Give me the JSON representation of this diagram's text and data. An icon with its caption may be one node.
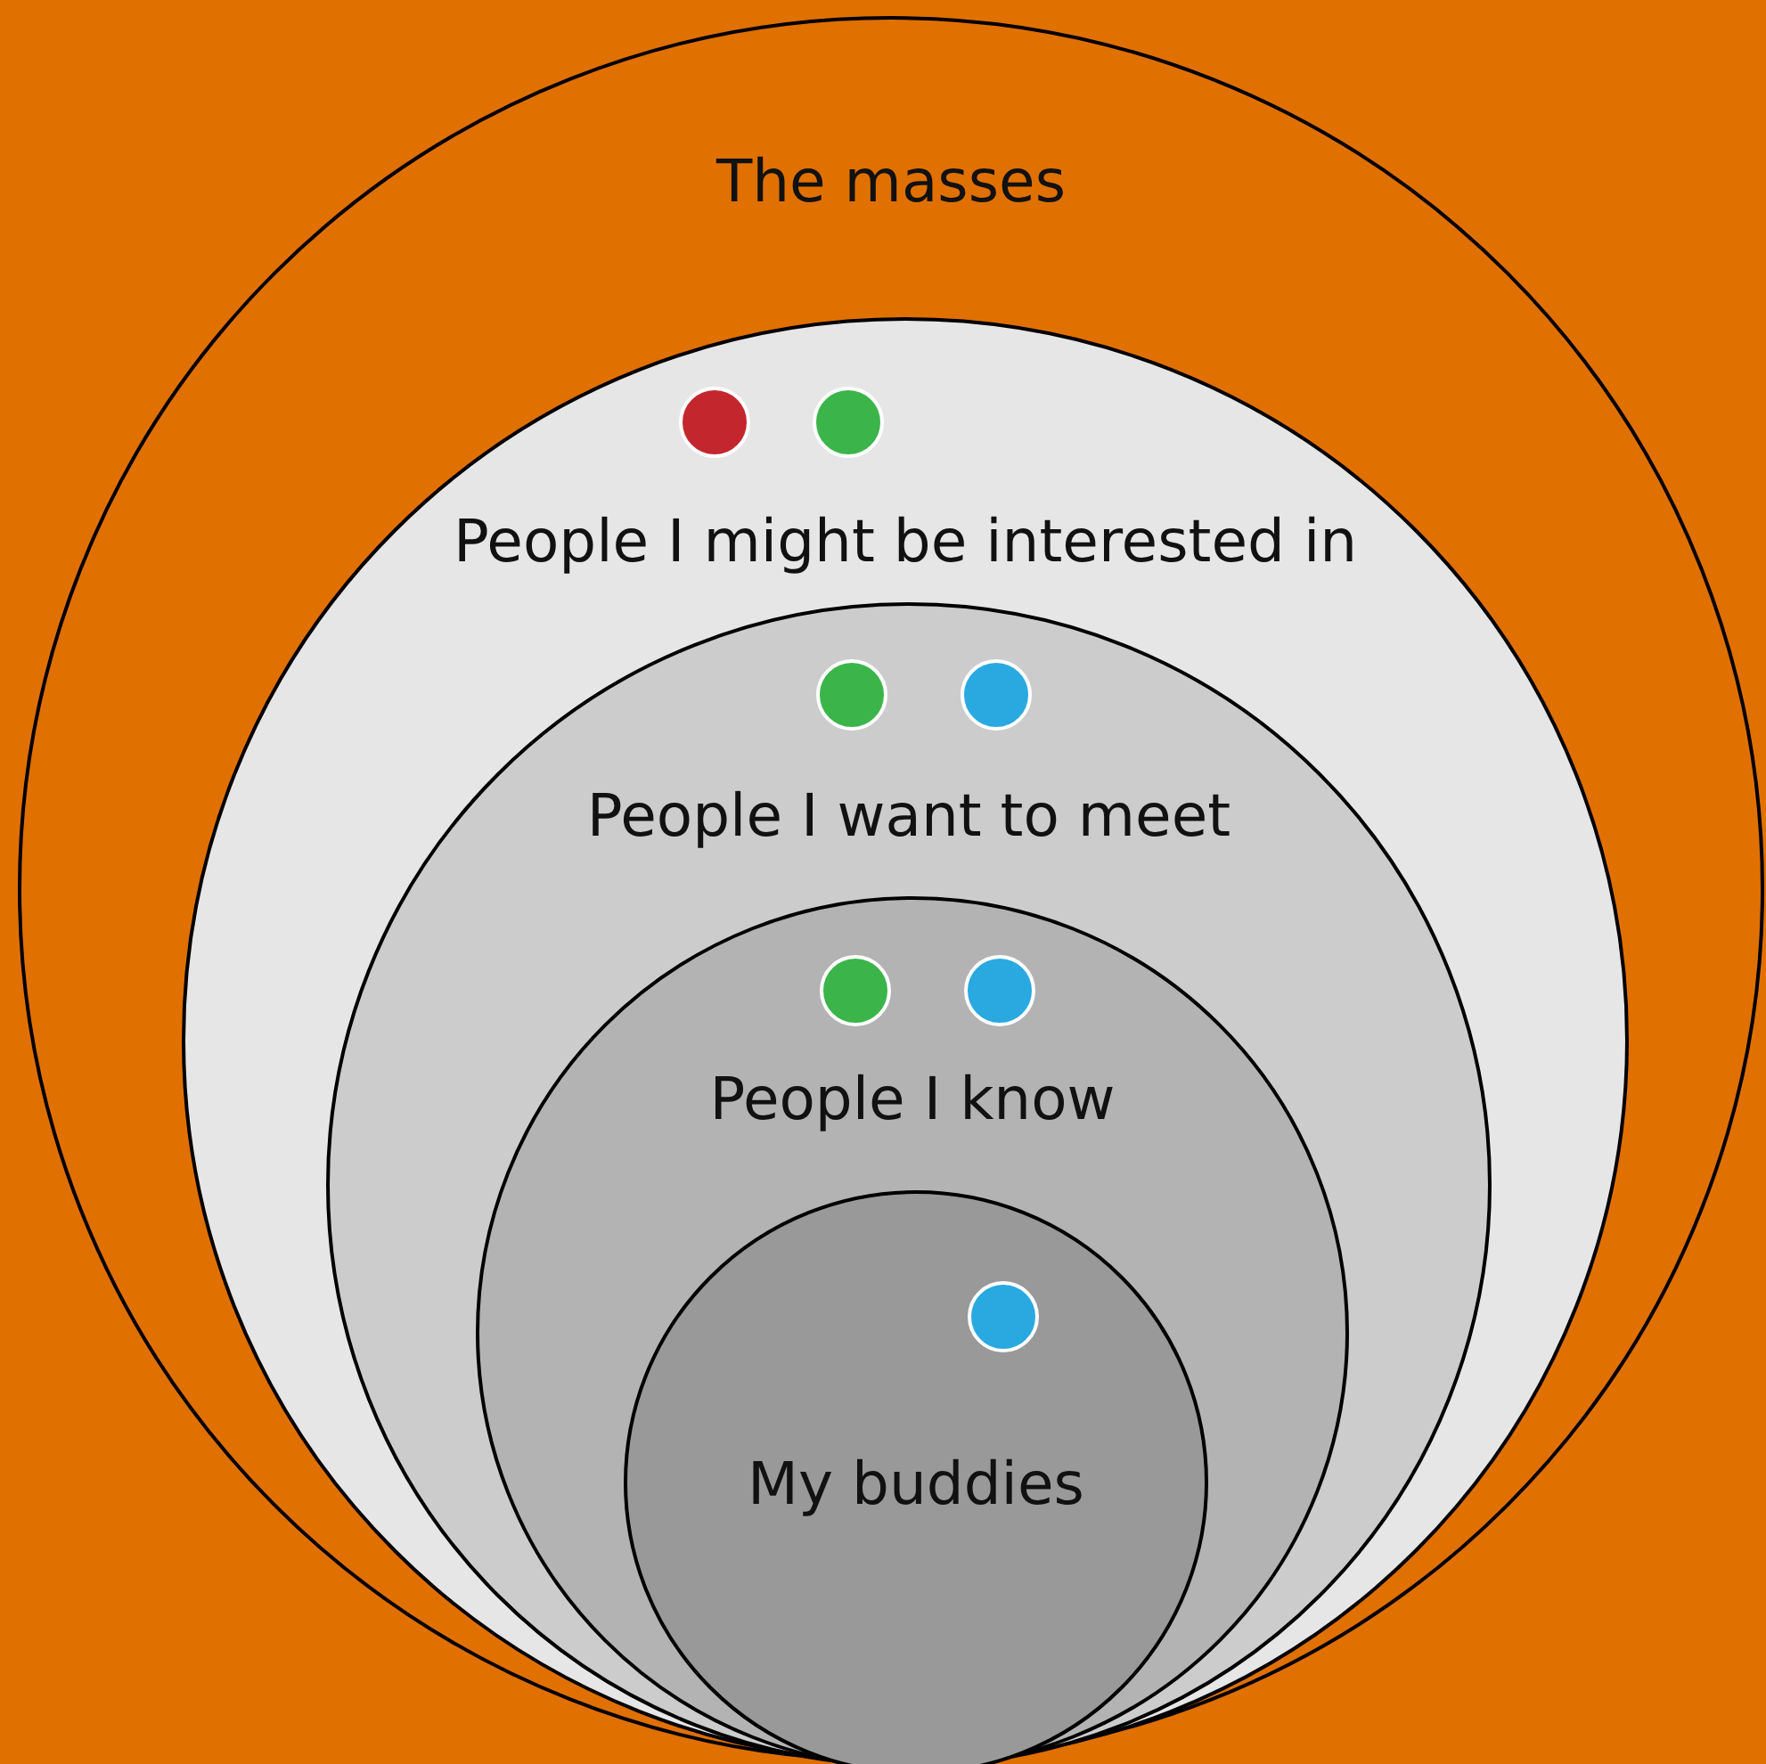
{
  "diagram": {
    "nodes": [
      {
        "text": [
          "The masses"
        ]
      },
      {
        "text": [
          "People I might be interested in"
        ],
        "in": 0
      },
      {
        "text": [],
        "shape": "circle",
        "in": 1
      },
      {
        "text": [],
        "shape": "circle",
        "in": 1
      },
      {
        "text": [
          "People I want to meet"
        ],
        "in": 1
      },
      {
        "text": [],
        "shape": "circle",
        "in": 4
      },
      {
        "text": [],
        "shape": "circle",
        "in": 4
      },
      {
        "text": [
          "People I know"
        ],
        "in": 4
      },
      {
        "text": [],
        "shape": "circle",
        "in": 7
      },
      {
        "text": [],
        "shape": "circle",
        "in": 7
      },
      {
        "text": [
          "My buddies"
        ],
        "in": 7
      },
      {
        "text": [],
        "shape": "circle",
        "in": 10
      }
    ]
  }
}
